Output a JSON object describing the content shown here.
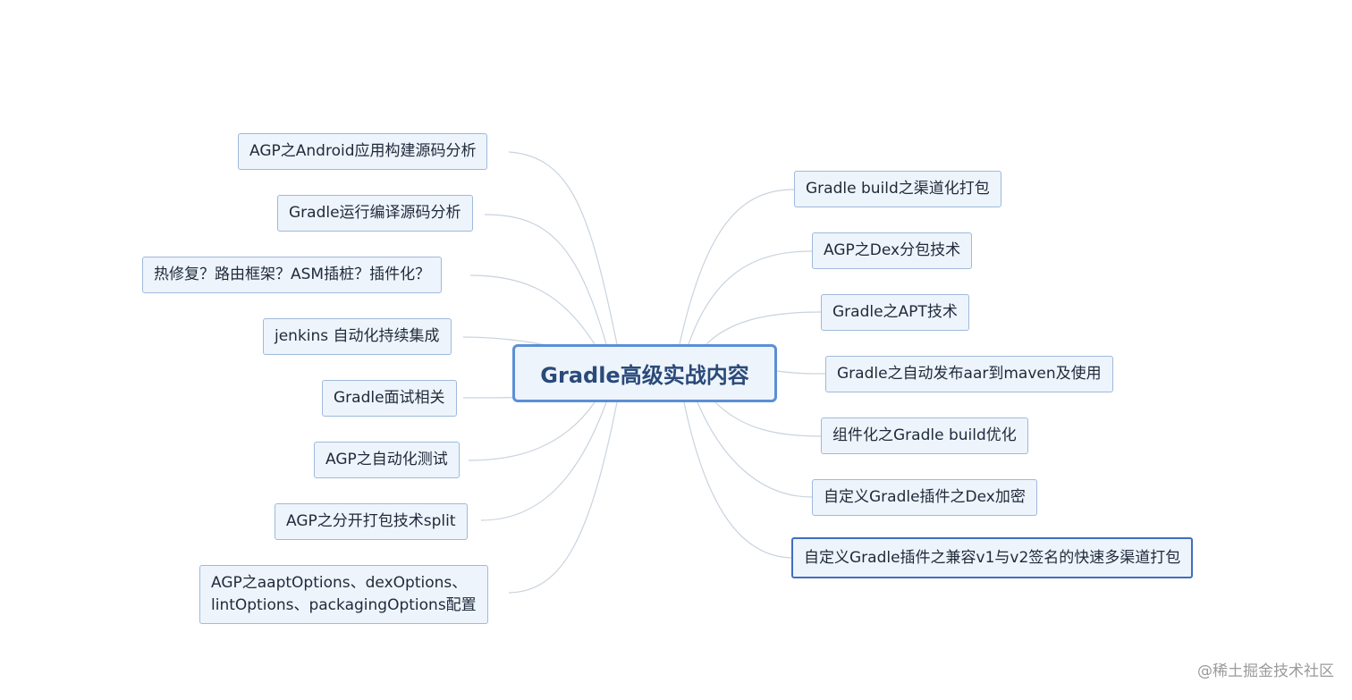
{
  "root": {
    "label": "Gradle高级实战内容"
  },
  "left_nodes": [
    {
      "label": "AGP之Android应用构建源码分析"
    },
    {
      "label": "Gradle运行编译源码分析"
    },
    {
      "label": "热修复？路由框架？ASM插桩？插件化？"
    },
    {
      "label": "jenkins 自动化持续集成"
    },
    {
      "label": "Gradle面试相关"
    },
    {
      "label": "AGP之自动化测试"
    },
    {
      "label": "AGP之分开打包技术split"
    },
    {
      "line1": "AGP之aaptOptions、dexOptions、",
      "line2": "lintOptions、packagingOptions配置"
    }
  ],
  "right_nodes": [
    {
      "label": "Gradle build之渠道化打包"
    },
    {
      "label": "AGP之Dex分包技术"
    },
    {
      "label": "Gradle之APT技术"
    },
    {
      "label": "Gradle之自动发布aar到maven及使用"
    },
    {
      "label": "组件化之Gradle build优化"
    },
    {
      "label": "自定义Gradle插件之Dex加密"
    },
    {
      "label": "自定义Gradle插件之兼容v1与v2签名的快速多渠道打包"
    }
  ],
  "watermark": {
    "text": "@稀土掘金技术社区"
  },
  "colors": {
    "connector": "#c9d3de",
    "node_border": "#9fbadb",
    "root_border": "#5b8fd6",
    "node_fill": "#eef4fb"
  }
}
